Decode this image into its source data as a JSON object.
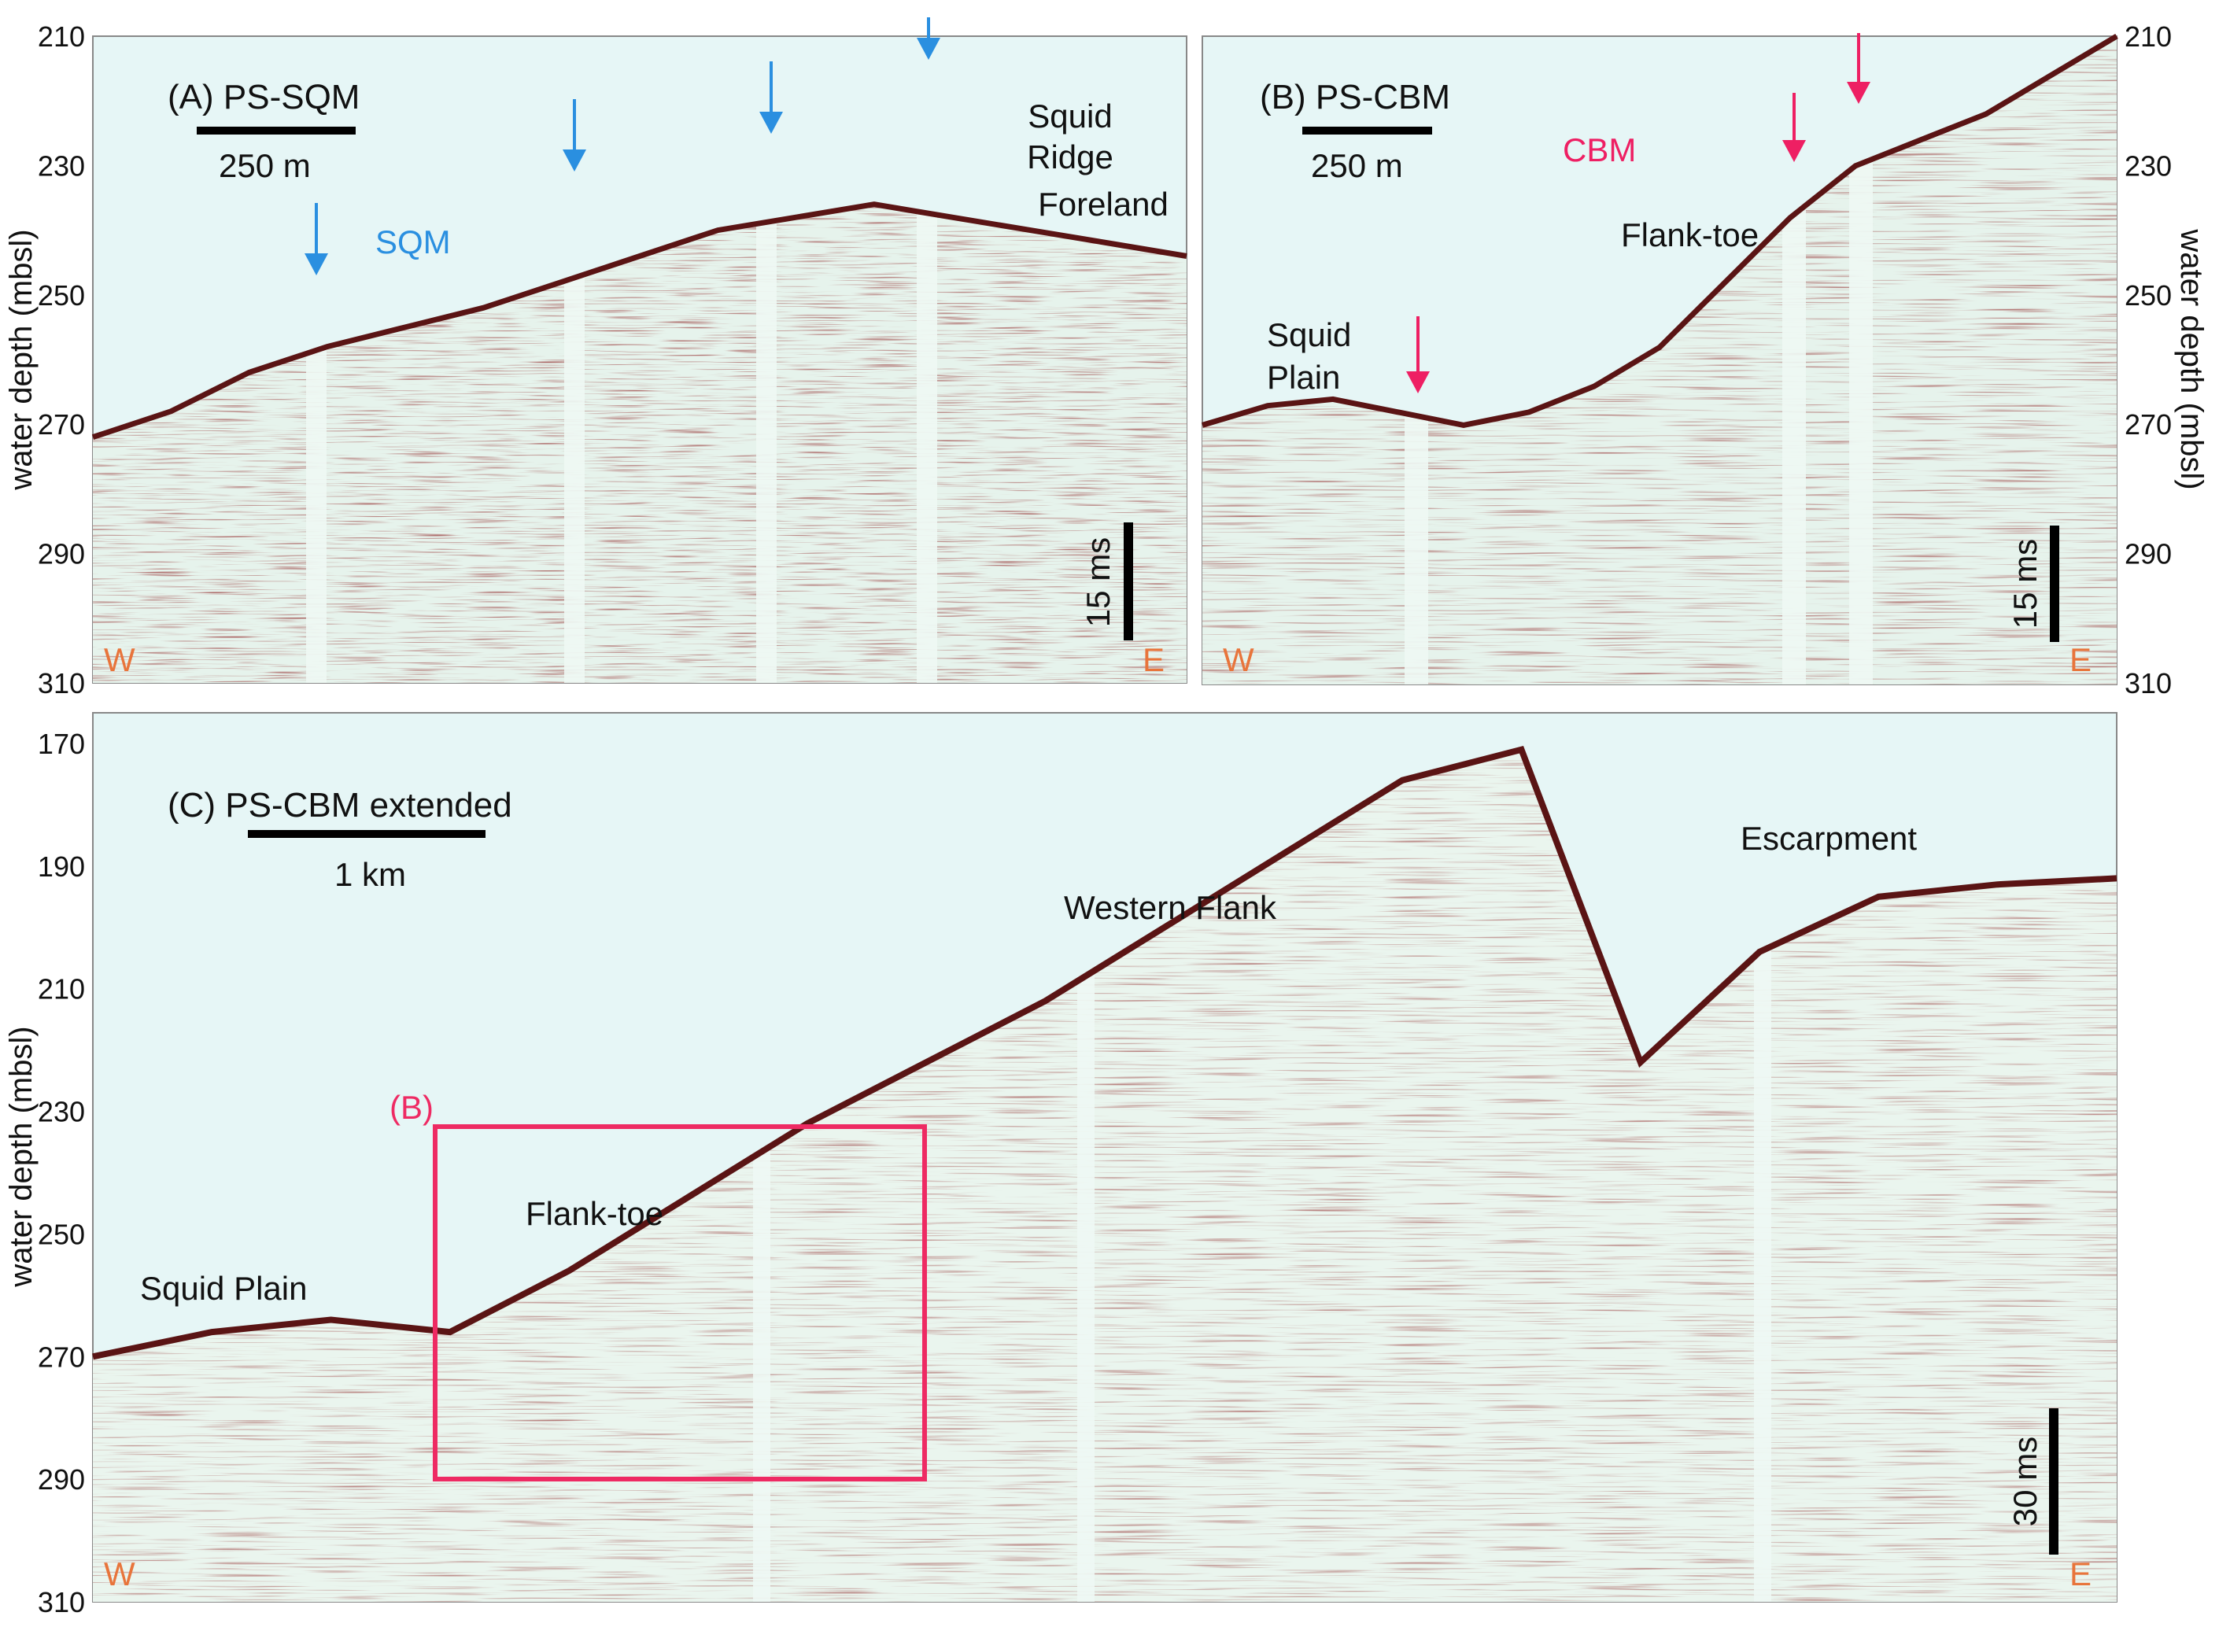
{
  "colors": {
    "background": "#e6f6f6",
    "reflector": "#5a1414",
    "sqm_arrow": "#2a8fe0",
    "cbm_arrow": "#ee1f63",
    "box": "#ee2a63",
    "direction": "#e8743b"
  },
  "panel_a": {
    "title": "(A) PS-SQM",
    "scale_bar": "250 m",
    "time_bar": "15 ms",
    "seep_label": "SQM",
    "feature": [
      "Squid",
      "Ridge",
      "Foreland"
    ],
    "west": "W",
    "east": "E",
    "ylabel": "water depth (mbsl)",
    "ticks": [
      "210",
      "230",
      "250",
      "270",
      "290",
      "310"
    ]
  },
  "panel_b": {
    "title": "(B) PS-CBM",
    "scale_bar": "250 m",
    "time_bar": "15 ms",
    "seep_label": "CBM",
    "feature_plain": [
      "Squid",
      "Plain"
    ],
    "feature_toe": "Flank-toe",
    "west": "W",
    "east": "E",
    "ylabel": "water depth (mbsl)",
    "ticks": [
      "210",
      "230",
      "250",
      "270",
      "290",
      "310"
    ]
  },
  "panel_c": {
    "title": "(C) PS-CBM extended",
    "scale_bar": "1 km",
    "time_bar": "30 ms",
    "box_label": "(B)",
    "flank_toe": "Flank-toe",
    "squid_plain": "Squid Plain",
    "western_flank": "Western Flank",
    "escarpment": "Escarpment",
    "west": "W",
    "east": "E",
    "ylabel": "water depth (mbsl)",
    "ticks": [
      "170",
      "190",
      "210",
      "230",
      "250",
      "270",
      "290",
      "310"
    ]
  },
  "chart_data": [
    {
      "type": "seismic profile",
      "title": "(A) PS-SQM",
      "ylabel": "water depth (mbsl)",
      "ylim": [
        210,
        310
      ],
      "y_inverted": true,
      "seafloor_depth_w_to_e": [
        272,
        268,
        262,
        258,
        255,
        252,
        248,
        244,
        240,
        238,
        236,
        238,
        240,
        242,
        244
      ],
      "seep_arrow_count": 4
    },
    {
      "type": "seismic profile",
      "title": "(B) PS-CBM",
      "ylabel": "water depth (mbsl)",
      "ylim": [
        210,
        310
      ],
      "y_inverted": true,
      "seafloor_depth_w_to_e": [
        270,
        267,
        266,
        268,
        270,
        268,
        264,
        258,
        248,
        238,
        230,
        226,
        222,
        216,
        210
      ],
      "seep_arrow_count": 3
    },
    {
      "type": "seismic profile",
      "title": "(C) PS-CBM extended",
      "ylabel": "water depth (mbsl)",
      "ylim": [
        165,
        310
      ],
      "y_inverted": true,
      "seafloor_depth_w_to_e": [
        270,
        266,
        264,
        266,
        256,
        244,
        232,
        222,
        212,
        200,
        188,
        176,
        171,
        222,
        204,
        195,
        193,
        192
      ],
      "box_depth_range": [
        230,
        290
      ]
    }
  ]
}
